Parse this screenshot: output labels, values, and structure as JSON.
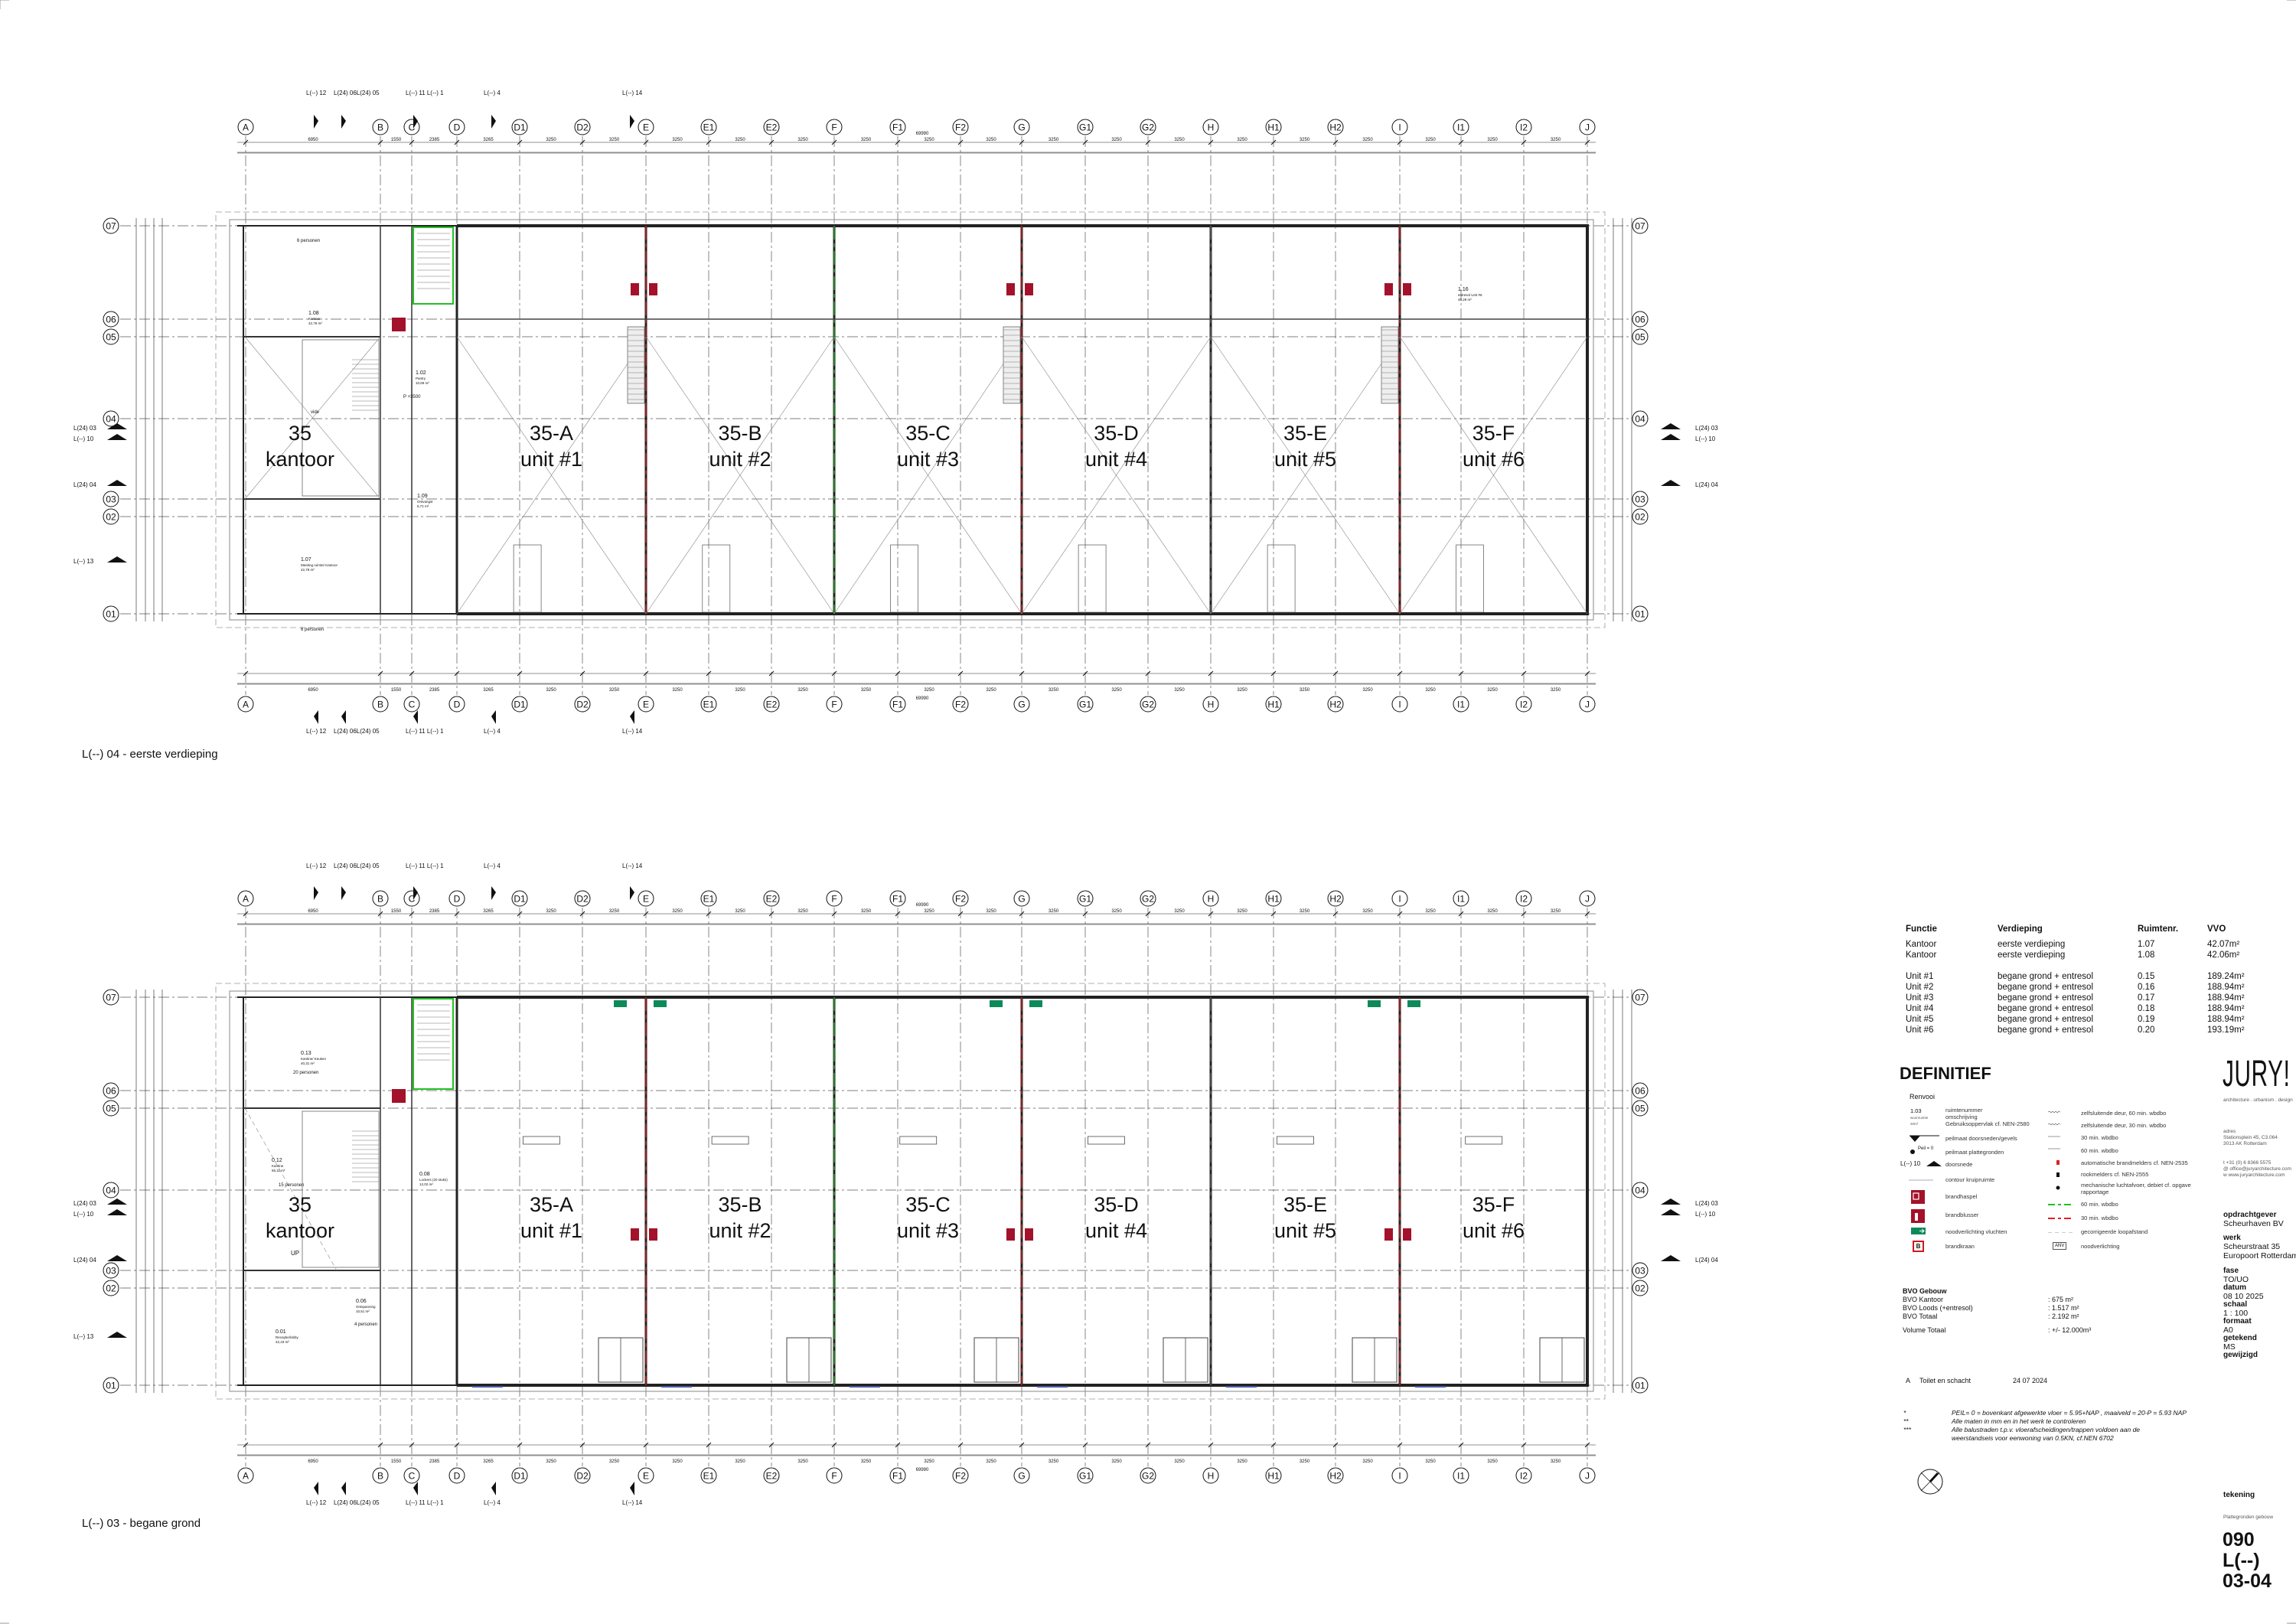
{
  "grid": {
    "columns": [
      "A",
      "B",
      "C",
      "D",
      "D1",
      "D2",
      "E",
      "E1",
      "E2",
      "F",
      "F1",
      "F2",
      "G",
      "G1",
      "G2",
      "H",
      "H1",
      "H2",
      "I",
      "I1",
      "I2",
      "J"
    ],
    "rows": [
      "07",
      "06",
      "05",
      "04",
      "03",
      "02",
      "01"
    ],
    "dims_between_columns": [
      "6950",
      "1550",
      "2385",
      "3265",
      "3250",
      "3250",
      "3250",
      "3250",
      "3250",
      "3250",
      "3250",
      "3250",
      "3250",
      "3250",
      "3250",
      "3250",
      "3250",
      "3250",
      "3250",
      "3250",
      "3250"
    ],
    "total_length": "69990"
  },
  "sections": {
    "top": [
      "L(--) 12",
      "L(24) 06L(24) 05",
      "L(--) 11 L(--) 1",
      "L(--) 4",
      "L(--) 14"
    ],
    "left": [
      "L(24) 03",
      "L(--) 10",
      "L(24) 04",
      "L(--) 13"
    ],
    "right": [
      "L(24) 03",
      "L(--) 10",
      "L(24) 04"
    ]
  },
  "plans": [
    {
      "title": "L(--) 04 - eerste verdieping",
      "office": {
        "code": "35",
        "name": "kantoor"
      },
      "units": [
        {
          "code": "35-A",
          "name": "unit #1"
        },
        {
          "code": "35-B",
          "name": "unit #2"
        },
        {
          "code": "35-C",
          "name": "unit #3"
        },
        {
          "code": "35-D",
          "name": "unit #4"
        },
        {
          "code": "35-E",
          "name": "unit #5"
        },
        {
          "code": "35-F",
          "name": "unit #6"
        }
      ],
      "rooms": [
        {
          "nr": "1.08",
          "name": "Kantoor",
          "area": "42,79 m²"
        },
        {
          "nr": "1.07",
          "name": "Meeting ruimte/ Kantoor",
          "area": "42,79 m²"
        },
        {
          "nr": "1.02",
          "name": "Pantry",
          "area": "10,69 m²"
        },
        {
          "nr": "1.09",
          "name": "Ontvangst",
          "area": "6,71 m²"
        },
        {
          "nr": "1.16",
          "name": "entresol Unit #6",
          "area": "48,29 m²"
        }
      ],
      "notes": [
        "6 personen",
        "6 personen",
        "vide",
        "P +3500"
      ]
    },
    {
      "title": "L(--) 03 - begane grond",
      "office": {
        "code": "35",
        "name": "kantoor"
      },
      "units": [
        {
          "code": "35-A",
          "name": "unit #1"
        },
        {
          "code": "35-B",
          "name": "unit #2"
        },
        {
          "code": "35-C",
          "name": "unit #3"
        },
        {
          "code": "35-D",
          "name": "unit #4"
        },
        {
          "code": "35-E",
          "name": "unit #5"
        },
        {
          "code": "35-F",
          "name": "unit #6"
        }
      ],
      "rooms": [
        {
          "nr": "0.13",
          "name": "Kantine/ Keuken",
          "area": "40,31 m²"
        },
        {
          "nr": "0.12",
          "name": "Kantine",
          "area": "55,11 m²"
        },
        {
          "nr": "0.01",
          "name": "Receptie/lobby",
          "area": "22,43 m²"
        },
        {
          "nr": "0.06",
          "name": "Ontspanning",
          "area": "10,51 m²"
        },
        {
          "nr": "0.08",
          "name": "Lockers (20 stuks)",
          "area": "12,02 m²"
        }
      ],
      "notes": [
        "20 personen",
        "15 personen",
        "4 personen",
        "UP"
      ]
    }
  ],
  "area_table": {
    "headers": [
      "Functie",
      "Verdieping",
      "Ruimtenr.",
      "VVO"
    ],
    "rows": [
      [
        "Kantoor",
        "eerste verdieping",
        "1.07",
        "42.07m²"
      ],
      [
        "Kantoor",
        "eerste verdieping",
        "1.08",
        "42.06m²"
      ],
      [
        "Unit #1",
        "begane grond + entresol",
        "0.15",
        "189.24m²"
      ],
      [
        "Unit #2",
        "begane grond + entresol",
        "0.16",
        "188.94m²"
      ],
      [
        "Unit #3",
        "begane grond + entresol",
        "0.17",
        "188.94m²"
      ],
      [
        "Unit #4",
        "begane grond + entresol",
        "0.18",
        "188.94m²"
      ],
      [
        "Unit #5",
        "begane grond + entresol",
        "0.19",
        "188.94m²"
      ],
      [
        "Unit #6",
        "begane grond + entresol",
        "0.20",
        "193.19m²"
      ]
    ]
  },
  "status": "DEFINITIEF",
  "legend": {
    "title": "Renvooi",
    "room_sample": {
      "nr": "1.03",
      "name": "woonruimte",
      "area": "20m²"
    },
    "peil_sample": "Peil = 0",
    "section_sample": "L(--) 10",
    "hydrant_sample": "B",
    "anv_sample": "ANV",
    "left": [
      "ruimtenummer",
      "omschrijving",
      "Gebruiksoppervlak cf. NEN-2580",
      "peilmaat doorsneden/gevels",
      "peilmaat plattegronden",
      "doorsnede",
      "contour kruipruimte",
      "brandhaspel",
      "brandblusser",
      "noodverlichting vluchten",
      "brandkraan"
    ],
    "right": [
      "zelfsluitende deur, 60 min. wbdbo",
      "zelfsluitende deur, 30 min. wbdbo",
      "30 min. wbdbo",
      "60 min. wbdbo",
      "automatische brandmelders cf. NEN-2535",
      "rookmelders cf. NEN-2555",
      "mechanische luchtafvoer, debiet cf. opgave",
      "rapportage",
      "60 min. wbdbo",
      "30 min. wbdbo",
      "gecorrigeerde loopafstand",
      "noodverlichting"
    ]
  },
  "bvo": {
    "title": "BVO Gebouw",
    "rows": [
      [
        "BVO Kantoor",
        ":  675 m²"
      ],
      [
        "BVO Loods (+entresol)",
        ":  1.517 m²"
      ],
      [
        "BVO Totaal",
        ":  2.192 m²"
      ]
    ],
    "volume": [
      "Volume Totaal",
      ":  +/- 12.000m³"
    ]
  },
  "revision": {
    "code": "A",
    "description": "Toilet en schacht",
    "date": "24 07 2024"
  },
  "notes": [
    {
      "mark": "*",
      "text": "PEIL= 0 = bovenkant afgewerkte vloer = 5.95+NAP , maaiveld = 20-P = 5.93  NAP"
    },
    {
      "mark": "**",
      "text": "Alle maten in mm en in het werk te controleren"
    },
    {
      "mark": "***",
      "text": "Alle balustraden t.p.v. vloerafscheidingen/trappen voldoen aan de"
    },
    {
      "mark": "",
      "text": "weerstandseis voor eenwoning van 0.5KN, cf.NEN 6702"
    }
  ],
  "firm": {
    "logo": "JURY!",
    "tagline": "architecture . urbanism . design",
    "address_label": "adres",
    "address": [
      "Stationsplein 45, C3.064",
      "3013 AK Rotterdam"
    ],
    "contact": [
      "t   +31 (0) 6 8366 5575",
      "@ office@juryarchitecture.com",
      "w  www.juryarchitecture.com"
    ]
  },
  "title_block": {
    "fields": [
      {
        "label": "opdrachtgever",
        "value": [
          "Scheurhaven BV"
        ]
      },
      {
        "label": "werk",
        "value": [
          "Scheurstraat 35",
          "Europoort Rotterdam"
        ]
      },
      {
        "label": "fase",
        "value": [
          "TO/UO"
        ]
      },
      {
        "label": "datum",
        "value": [
          "08 10 2025"
        ]
      },
      {
        "label": "schaal",
        "value": [
          " 1 : 100"
        ]
      },
      {
        "label": "formaat",
        "value": [
          "A0"
        ]
      },
      {
        "label": "getekend",
        "value": [
          "MS"
        ]
      },
      {
        "label": "gewijzigd",
        "value": []
      }
    ],
    "drawing_label": "tekening",
    "drawing_name": "Plattegronden gebouw",
    "sheet": [
      "090",
      "L(--)",
      "03-04"
    ]
  },
  "colors": {
    "ink": "#111111",
    "fire_red": "#a3122a",
    "exit_green": "#0e8a5a",
    "wbdbo60": "#22c022",
    "wbdbo30": "#e02020"
  }
}
